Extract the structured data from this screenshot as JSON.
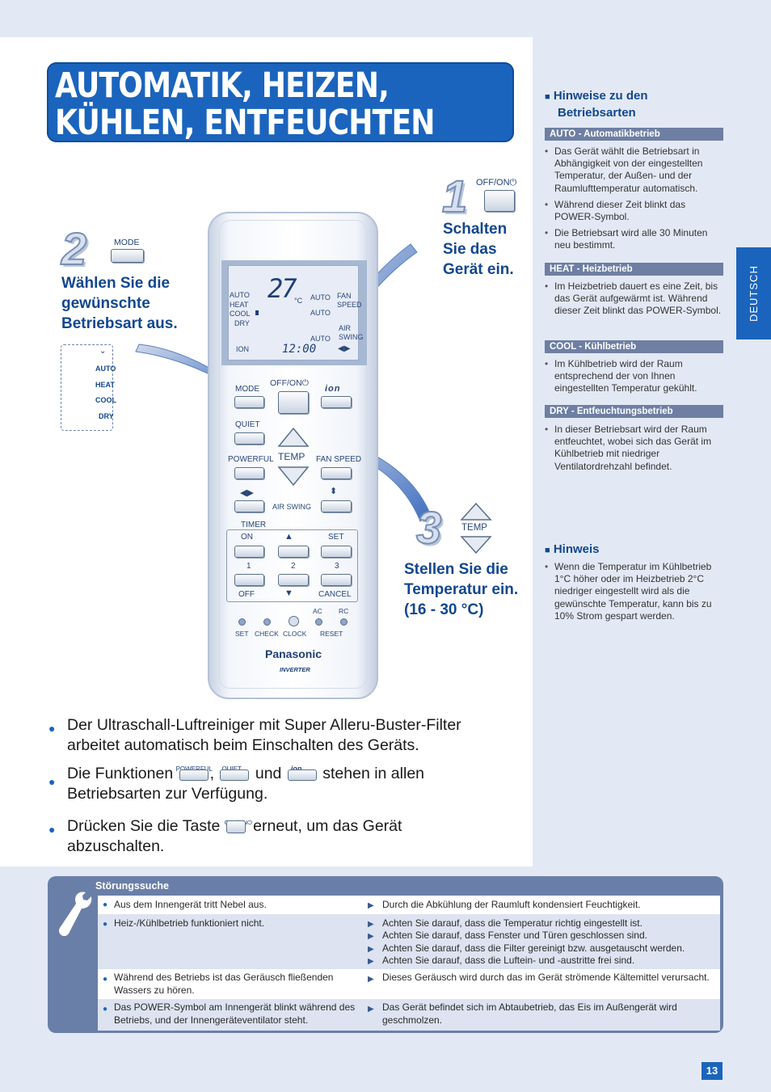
{
  "title": {
    "line1": "AUTOMATIK, HEIZEN,",
    "line2": "KÜHLEN, ENTFEUCHTEN"
  },
  "steps": [
    {
      "number": "1",
      "button_label": "OFF/ON⏻",
      "text_lines": [
        "Schalten",
        "Sie das",
        "Gerät ein."
      ]
    },
    {
      "number": "2",
      "button_label": "MODE",
      "text_lines": [
        "Wählen Sie die",
        "gewünschte",
        "Betriebsart aus."
      ]
    },
    {
      "number": "3",
      "button_label": "TEMP",
      "text_lines": [
        "Stellen Sie die",
        "Temperatur ein.",
        "(16 - 30 °C)"
      ]
    }
  ],
  "mode_cycle": [
    "AUTO",
    "HEAT",
    "COOL",
    "DRY"
  ],
  "remote": {
    "lcd": {
      "modes": [
        "AUTO",
        "HEAT",
        "COOL",
        "DRY"
      ],
      "ion": "ION",
      "temp": "27",
      "unit": "°C",
      "time": "12:00",
      "fan_auto": "AUTO",
      "fan": "FAN",
      "speed": "SPEED",
      "swing_auto_1": "AUTO",
      "swing_auto_2": "AUTO",
      "air": "AIR",
      "swing": "SWING"
    },
    "buttons": {
      "mode": "MODE",
      "offon": "OFF/ON⏻",
      "ion": "ion",
      "quiet": "QUIET",
      "temp": "TEMP",
      "powerful": "POWERFUL",
      "fan_speed": "FAN SPEED",
      "air_swing": "AIR SWING",
      "timer": "TIMER",
      "on": "ON",
      "set": "SET",
      "n1": "1",
      "n2": "2",
      "n3": "3",
      "off": "OFF",
      "cancel": "CANCEL",
      "ac": "AC",
      "rc": "RC",
      "set_small": "SET",
      "check": "CHECK",
      "clock": "CLOCK",
      "reset": "RESET"
    },
    "brand": "Panasonic",
    "inverter": "INVERTER"
  },
  "sidebar": {
    "section_title_1": "Hinweise zu den",
    "section_title_2": "Betriebsarten",
    "modes": [
      {
        "heading": "AUTO - Automatikbetrieb",
        "items": [
          "Das Gerät wählt die Betriebsart in Abhängigkeit von der eingestellten Temperatur, der Außen- und der Raumlufttemperatur automatisch.",
          "Während dieser Zeit blinkt das POWER-Symbol.",
          "Die Betriebsart wird alle 30 Minuten neu bestimmt."
        ]
      },
      {
        "heading": "HEAT - Heizbetrieb",
        "items": [
          "Im Heizbetrieb dauert es eine Zeit, bis das Gerät aufgewärmt ist. Während dieser Zeit blinkt das POWER-Symbol."
        ]
      },
      {
        "heading": "COOL - Kühlbetrieb",
        "items": [
          "Im Kühlbetrieb wird der Raum entsprechend der von Ihnen eingestellten Temperatur gekühlt."
        ]
      },
      {
        "heading": "DRY - Entfeuchtungsbetrieb",
        "items": [
          "In dieser Betriebsart wird der Raum entfeuchtet, wobei sich das Gerät im Kühlbetrieb mit niedriger Ventilatordrehzahl befindet."
        ]
      }
    ],
    "note_title": "Hinweis",
    "note_items": [
      "Wenn die Temperatur im Kühlbetrieb 1°C höher oder im Heizbetrieb 2°C niedriger eingestellt wird als die gewünschte Temperatur, kann bis zu 10% Strom gespart werden."
    ],
    "language_tab": "DEUTSCH"
  },
  "bullets": {
    "b1_line1": "Der Ultraschall-Luftreiniger mit Super Alleru-Buster-Filter",
    "b1_line2": "arbeitet automatisch beim Einschalten des Geräts.",
    "b2_start": "Die Funktionen",
    "b2_powerful": "POWERFUL",
    "b2_comma": ",",
    "b2_quiet": "QUIET",
    "b2_und": "und",
    "b2_ion": "ion",
    "b2_end": "stehen in allen",
    "b2_line2": "Betriebsarten zur Verfügung.",
    "b3_start": "Drücken Sie die Taste",
    "b3_offon": "OFF/ON⏻",
    "b3_end": "erneut, um das Gerät",
    "b3_line2": "abzuschalten."
  },
  "troubleshooting": {
    "title": "Störungssuche",
    "rows": [
      {
        "symptom": "Aus dem Innengerät tritt Nebel aus.",
        "causes": [
          "Durch die Abkühlung der Raumluft kondensiert Feuchtigkeit."
        ]
      },
      {
        "symptom": "Heiz-/Kühlbetrieb funktioniert nicht.",
        "causes": [
          "Achten Sie darauf, dass die Temperatur richtig eingestellt ist.",
          "Achten Sie darauf, dass Fenster und Türen geschlossen sind.",
          "Achten Sie darauf, dass die Filter gereinigt bzw. ausgetauscht werden.",
          "Achten Sie darauf, dass die Luftein- und -austritte frei sind."
        ]
      },
      {
        "symptom": "Während des Betriebs ist das Geräusch fließenden Wassers zu hören.",
        "causes": [
          "Dieses Geräusch wird durch das im Gerät strömende Kältemittel verursacht."
        ]
      },
      {
        "symptom": "Das POWER-Symbol am Innengerät blinkt während des Betriebs, und der Innengeräteventilator steht.",
        "causes": [
          "Das Gerät befindet sich im Abtaubetrieb, das Eis im Außengerät wird geschmolzen."
        ]
      }
    ]
  },
  "page_number": "13",
  "colors": {
    "brand_blue": "#1b64bd",
    "heading_blue": "#12478f",
    "bar_gray": "#6e7fa3",
    "page_bg": "#e3e9f4"
  }
}
